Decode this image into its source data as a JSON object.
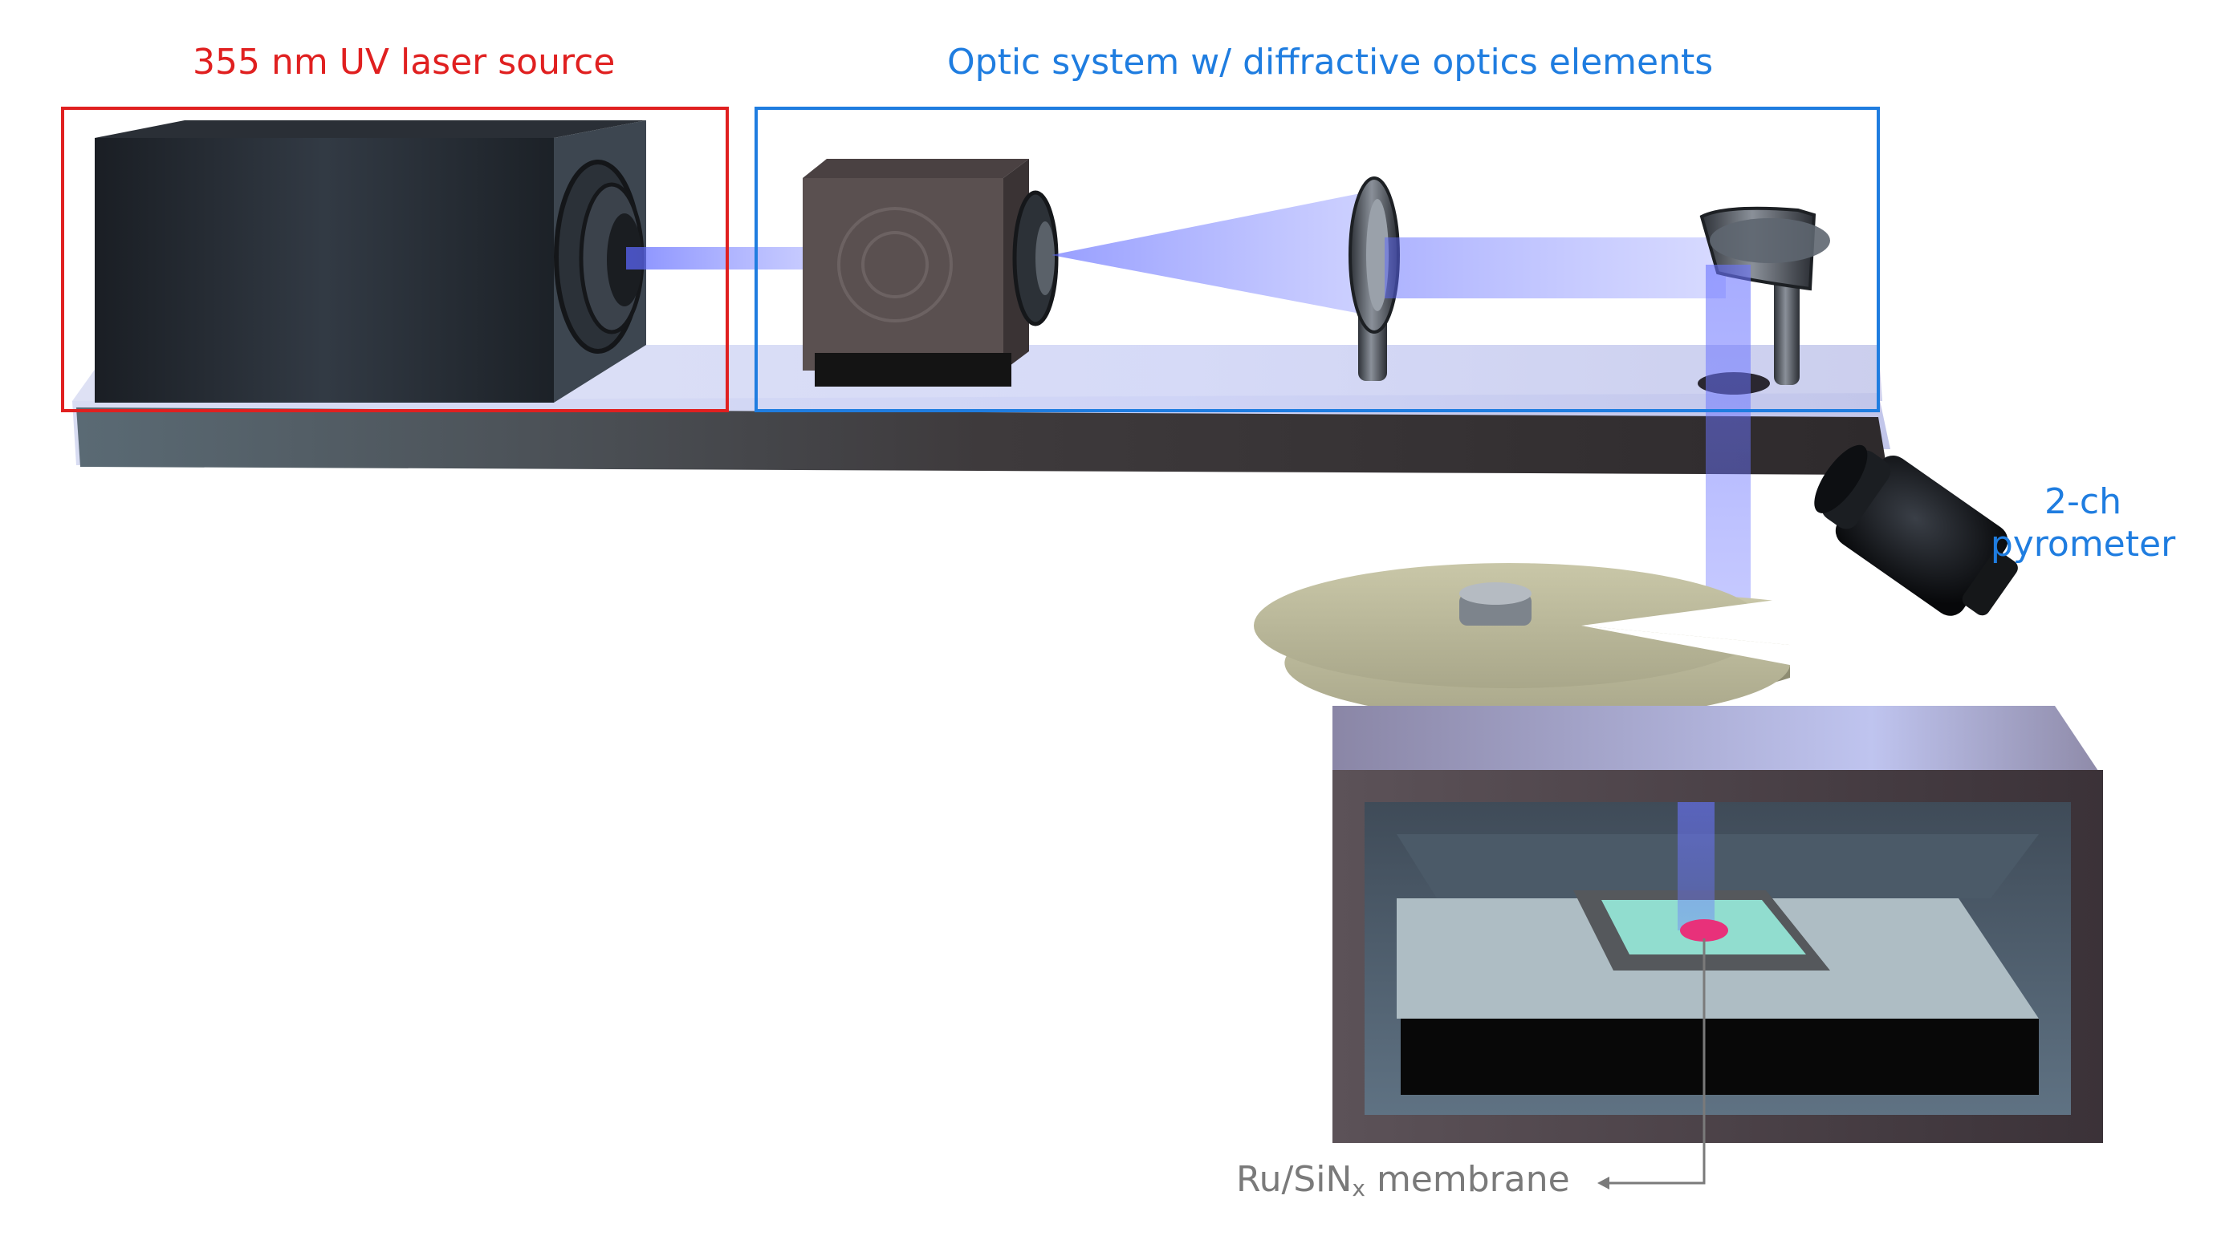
{
  "labels": {
    "laser_source": "355 nm UV laser source",
    "optic_system": "Optic system w/ diffractive optics elements",
    "pyrometer_line1": "2-ch",
    "pyrometer_line2": "pyrometer",
    "membrane_prefix": "Ru/SiN",
    "membrane_sub": "x",
    "membrane_suffix": " membrane"
  },
  "colors": {
    "laser_box": "#e02020",
    "optic_box": "#1f7de0",
    "pyrometer_text": "#1f7de0",
    "membrane_text": "#7a7a7a",
    "beam": "#6f78ff",
    "sample_spot": "#e8317a"
  }
}
